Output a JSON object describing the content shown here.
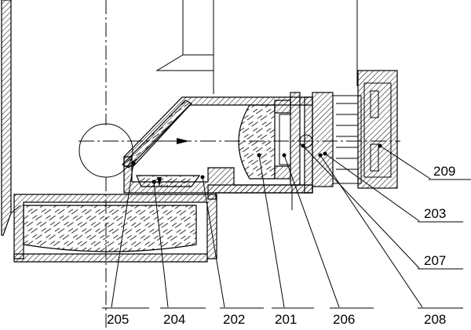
{
  "labels": [
    {
      "id": "205",
      "text": "205"
    },
    {
      "id": "204",
      "text": "204"
    },
    {
      "id": "202",
      "text": "202"
    },
    {
      "id": "201",
      "text": "201"
    },
    {
      "id": "206",
      "text": "206"
    },
    {
      "id": "208",
      "text": "208"
    },
    {
      "id": "209",
      "text": "209"
    },
    {
      "id": "203",
      "text": "203"
    },
    {
      "id": "207",
      "text": "207"
    }
  ]
}
